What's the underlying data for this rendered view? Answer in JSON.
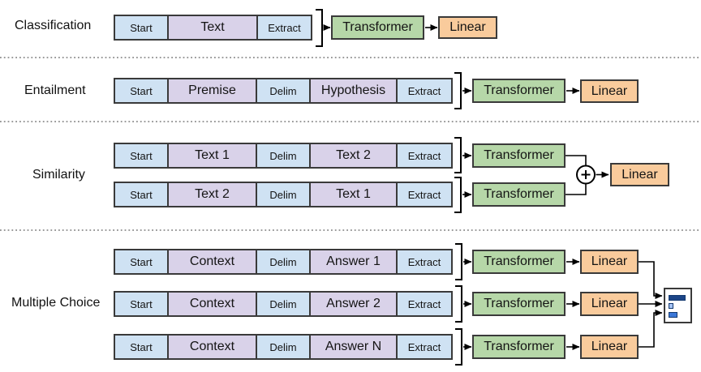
{
  "colors": {
    "token_blue": "#cfe2f3",
    "token_purple": "#d9d2e9",
    "transformer_green": "#b6d7a8",
    "linear_orange": "#f9cb9c",
    "box_border": "#3a3a3a",
    "connector_line": "#000000",
    "separator_gray": "#8c8c8c",
    "bar_dark_blue": "#1c4587",
    "bar_light_blue": "#a4c2f4",
    "bar_medium_blue": "#3c78d8"
  },
  "sections": [
    {
      "label": "Classification",
      "rows": [
        {
          "cells": [
            {
              "label": "Start"
            },
            {
              "label": "Text"
            },
            {
              "label": "Extract"
            }
          ],
          "transformer_label": "Transformer",
          "linear_label": "Linear"
        }
      ]
    },
    {
      "label": "Entailment",
      "rows": [
        {
          "cells": [
            {
              "label": "Start"
            },
            {
              "label": "Premise"
            },
            {
              "label": "Delim"
            },
            {
              "label": "Hypothesis"
            },
            {
              "label": "Extract"
            }
          ],
          "transformer_label": "Transformer",
          "linear_label": "Linear"
        }
      ]
    },
    {
      "label": "Similarity",
      "rows": [
        {
          "cells": [
            {
              "label": "Start"
            },
            {
              "label": "Text 1"
            },
            {
              "label": "Delim"
            },
            {
              "label": "Text 2"
            },
            {
              "label": "Extract"
            }
          ],
          "transformer_label": "Transformer"
        },
        {
          "cells": [
            {
              "label": "Start"
            },
            {
              "label": "Text 2"
            },
            {
              "label": "Delim"
            },
            {
              "label": "Text 1"
            },
            {
              "label": "Extract"
            }
          ],
          "transformer_label": "Transformer"
        }
      ],
      "sum_icon": "plus-circle",
      "linear_label": "Linear"
    },
    {
      "label": "Multiple Choice",
      "rows": [
        {
          "cells": [
            {
              "label": "Start"
            },
            {
              "label": "Context"
            },
            {
              "label": "Delim"
            },
            {
              "label": "Answer 1"
            },
            {
              "label": "Extract"
            }
          ],
          "transformer_label": "Transformer",
          "linear_label": "Linear"
        },
        {
          "cells": [
            {
              "label": "Start"
            },
            {
              "label": "Context"
            },
            {
              "label": "Delim"
            },
            {
              "label": "Answer 2"
            },
            {
              "label": "Extract"
            }
          ],
          "transformer_label": "Transformer",
          "linear_label": "Linear"
        },
        {
          "cells": [
            {
              "label": "Start"
            },
            {
              "label": "Context"
            },
            {
              "label": "Delim"
            },
            {
              "label": "Answer N"
            },
            {
              "label": "Extract"
            }
          ],
          "transformer_label": "Transformer",
          "linear_label": "Linear"
        }
      ],
      "output_distribution": {
        "bars": [
          {
            "color": "#1c4587",
            "width": 21
          },
          {
            "color": "#a4c2f4",
            "width": 6
          },
          {
            "color": "#3c78d8",
            "width": 11
          }
        ]
      }
    }
  ]
}
